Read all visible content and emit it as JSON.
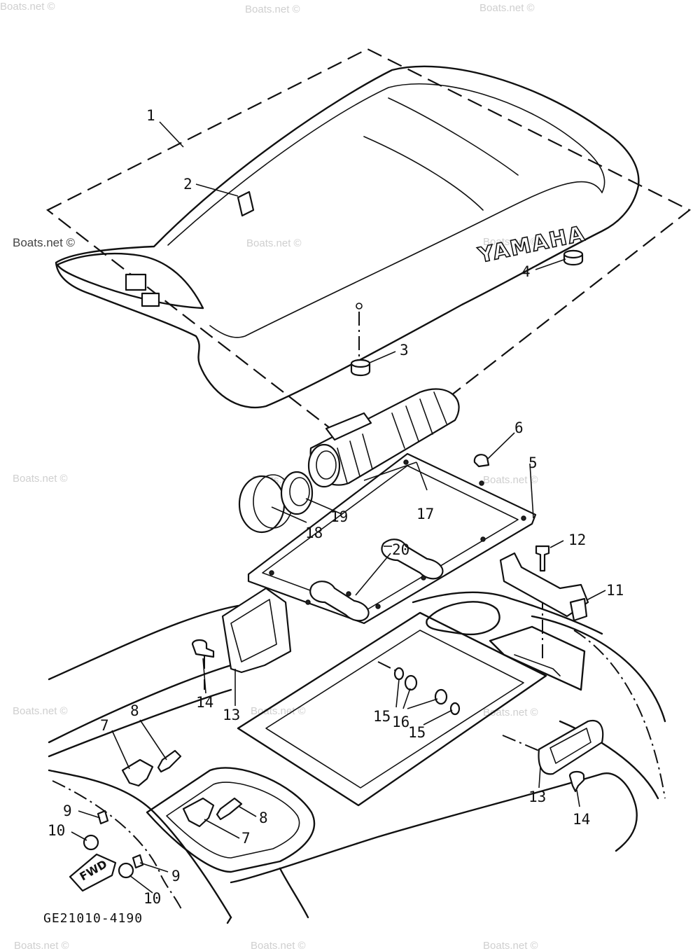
{
  "diagram": {
    "drawing_code": "GE21010-4190",
    "brand_text": "YAMAHA",
    "direction_label": "FWD",
    "watermarks": {
      "primary": "Boats.net ©",
      "faint": "Boats.net ©"
    },
    "callouts": {
      "c1": "1",
      "c2": "2",
      "c3": "3",
      "c4": "4",
      "c5": "5",
      "c6": "6",
      "c7a": "7",
      "c7b": "7",
      "c8a": "8",
      "c8b": "8",
      "c9a": "9",
      "c9b": "9",
      "c10a": "10",
      "c10b": "10",
      "c11": "11",
      "c12": "12",
      "c13a": "13",
      "c13b": "13",
      "c14a": "14",
      "c14b": "14",
      "c15a": "15",
      "c15b": "15",
      "c16": "16",
      "c17": "17",
      "c18": "18",
      "c19": "19",
      "c20": "20"
    }
  }
}
